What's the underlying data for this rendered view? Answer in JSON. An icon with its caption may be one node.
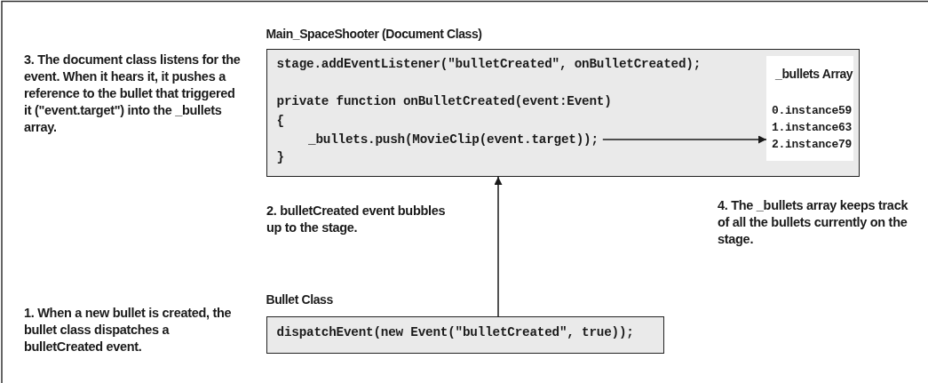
{
  "diagram": {
    "nodes": [
      {
        "text": [
          "Main_SpaceShooter (Document Class)",
          "stage.addEventListener(\"bulletCreated\", onBulletCreated);",
          "private function onBulletCreated(event:Event)",
          "{",
          "}"
        ]
      },
      {
        "text": [
          "_bullets.push(MovieClip(event.target));"
        ],
        "in": 0
      },
      {
        "text": [
          "_bullets Array",
          "0.instance59",
          "1.instance63",
          "2.instance79"
        ],
        "in": 0
      },
      {
        "text": [
          "Bullet Class",
          "dispatchEvent(new Event(\"bulletCreated\", true));"
        ]
      }
    ],
    "edges": [
      {
        "from": 1,
        "to": 2,
        "arrow": "to"
      },
      {
        "from": 3,
        "to": 0,
        "arrow": "to"
      }
    ],
    "labels": [
      "3. The document class listens for the event. When it hears it, it pushes a reference to the bullet that triggered it (\"event.target\") into the _bullets array.",
      "2. bulletCreated event bubbles up to the stage.",
      "4. The _bullets array keeps track of all the bullets currently on the stage.",
      "1. When a new bullet is created, the bullet class dispatches a bulletCreated event."
    ]
  }
}
